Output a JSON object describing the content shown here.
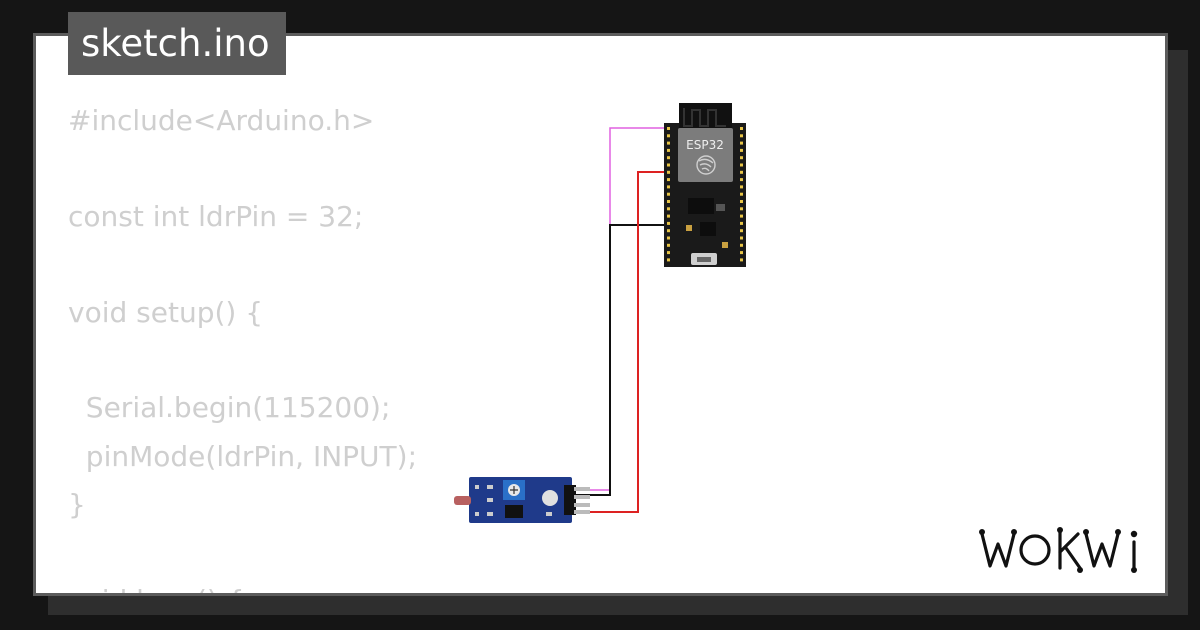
{
  "file_tab": {
    "label": "sketch.ino"
  },
  "code_lines": [
    "#include<Arduino.h>",
    "const int ldrPin = 32;",
    "void setup() {",
    "  Serial.begin(115200);",
    "  pinMode(ldrPin, INPUT);",
    "}",
    "void loop() {"
  ],
  "board": {
    "label": "ESP32",
    "color": "#1a1a1a",
    "pin_color": "#e8c547"
  },
  "sensor": {
    "color": "#1f3a8a"
  },
  "wires": {
    "signal_color": "#e060e0",
    "ground_color": "#111111",
    "power_color": "#dd2222"
  },
  "brand": {
    "name": "WOKWI"
  }
}
